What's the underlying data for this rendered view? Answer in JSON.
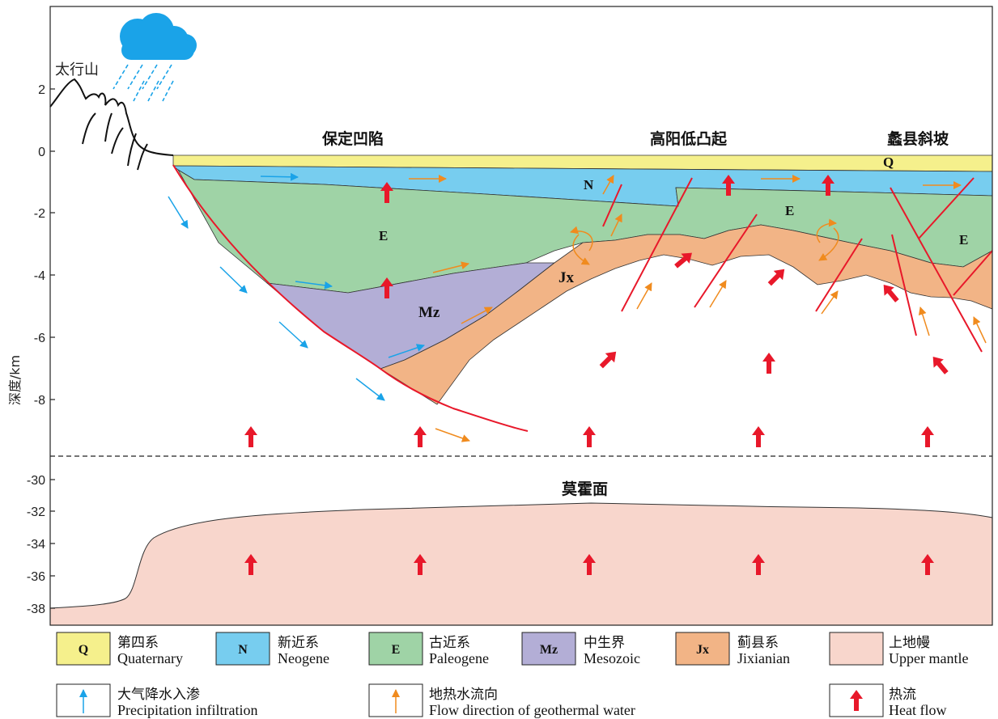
{
  "axis": {
    "ylabel": "深度/km",
    "ticks_upper": [
      "2",
      "0",
      "-2",
      "-4",
      "-6",
      "-8"
    ],
    "ticks_lower": [
      "-30",
      "-32",
      "-34",
      "-36",
      "-38"
    ]
  },
  "labels": {
    "mountain": "太行山",
    "baoding": "保定凹陷",
    "gaoyang": "高阳低凸起",
    "lixian": "蠡县斜坡",
    "moho": "莫霍面"
  },
  "layer_labels": {
    "q": "Q",
    "n": "N",
    "e1": "E",
    "e2": "E",
    "e3": "E",
    "mz": "Mz",
    "jx": "Jx"
  },
  "legend": {
    "q": {
      "code": "Q",
      "zh": "第四系",
      "en": "Quaternary"
    },
    "n": {
      "code": "N",
      "zh": "新近系",
      "en": "Neogene"
    },
    "e": {
      "code": "E",
      "zh": "古近系",
      "en": "Paleogene"
    },
    "mz": {
      "code": "Mz",
      "zh": "中生界",
      "en": "Mesozoic"
    },
    "jx": {
      "code": "Jx",
      "zh": "蓟县系",
      "en": "Jixianian"
    },
    "mantle": {
      "zh": "上地幔",
      "en": "Upper mantle"
    },
    "precip": {
      "zh": "大气降水入渗",
      "en": "Precipitation infiltration"
    },
    "geo": {
      "zh": "地热水流向",
      "en": "Flow direction of geothermal water"
    },
    "heat": {
      "zh": "热流",
      "en": "Heat flow"
    }
  },
  "colors": {
    "quaternary": "#f5f08c",
    "neogene": "#77cdef",
    "paleogene": "#9fd3a6",
    "mesozoic": "#b3aed6",
    "jixianian": "#f2b486",
    "mantle": "#f8d6cc",
    "precipitation": "#1aa3e8",
    "geothermal": "#f08b1e",
    "heat_flow": "#e8182a",
    "fault": "#e8182a"
  }
}
